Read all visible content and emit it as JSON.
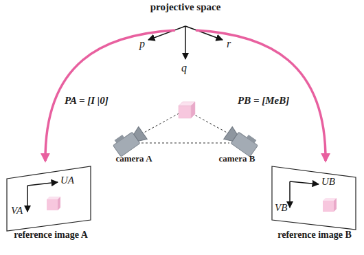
{
  "diagram": {
    "nodes": [
      {
        "text": [
          "UA",
          "VA",
          "reference image A"
        ]
      },
      {
        "text": [
          "UB",
          "VB",
          "reference image B"
        ]
      }
    ],
    "labels": [
      "projective space",
      "p",
      "q",
      "r",
      "camera A",
      "camera B",
      "PA = [I |0]",
      "PB = [MeB]"
    ]
  }
}
